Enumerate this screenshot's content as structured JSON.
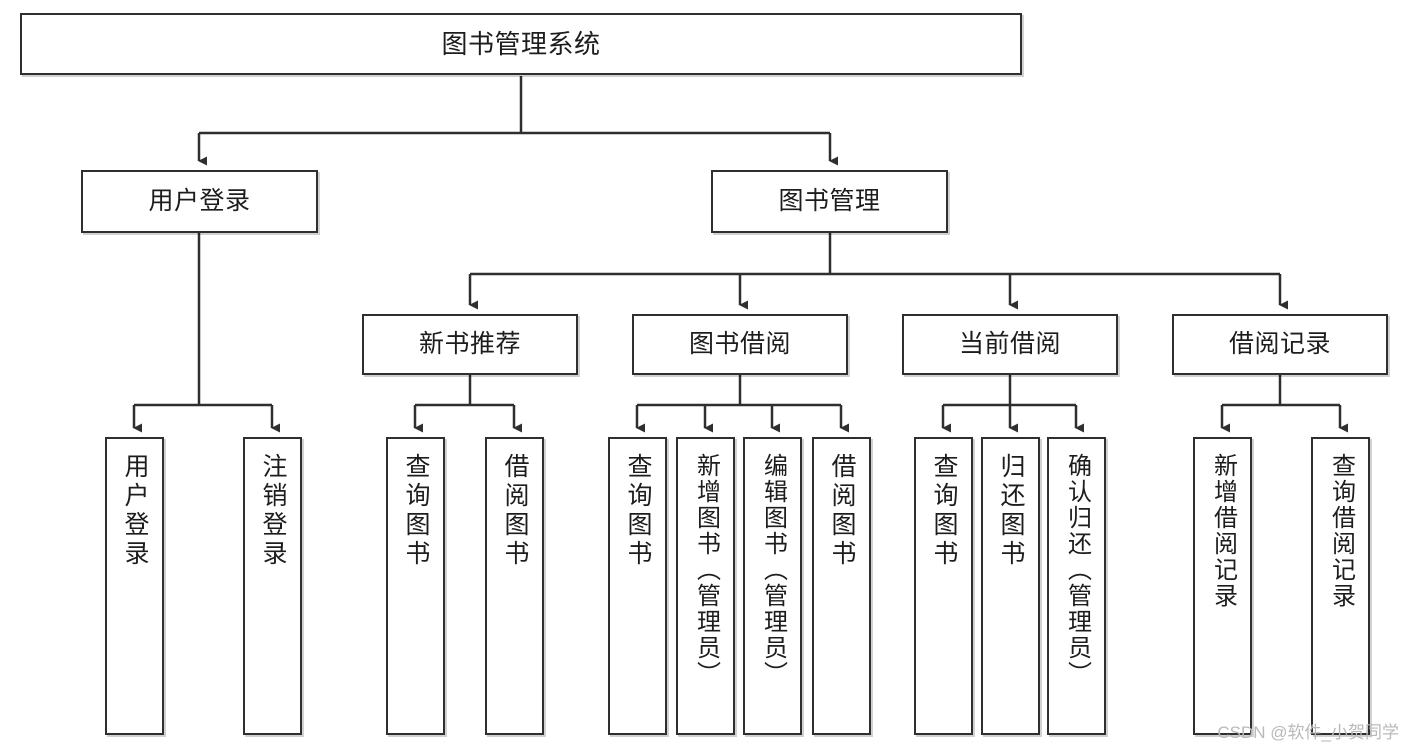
{
  "diagram": {
    "type": "tree",
    "title": "图书管理系统",
    "orientation": "top-down",
    "line_color": "#2f2f2f",
    "box_fill": "#ffffff",
    "text_color": "#1d1d1d",
    "nodes": {
      "root": {
        "label": "图书管理系统"
      },
      "level1": [
        {
          "label": "用户登录"
        },
        {
          "label": "图书管理"
        }
      ],
      "level2": [
        {
          "label": "新书推荐"
        },
        {
          "label": "图书借阅"
        },
        {
          "label": "当前借阅"
        },
        {
          "label": "借阅记录"
        }
      ],
      "leaves_user_login": [
        {
          "label": "用户登录"
        },
        {
          "label": "注销登录"
        }
      ],
      "leaves_new_book": [
        {
          "label": "查询图书"
        },
        {
          "label": "借阅图书"
        }
      ],
      "leaves_borrow": [
        {
          "label": "查询图书"
        },
        {
          "label": "新增图书（管理员）"
        },
        {
          "label": "编辑图书（管理员）"
        },
        {
          "label": "借阅图书"
        }
      ],
      "leaves_current": [
        {
          "label": "查询图书"
        },
        {
          "label": "归还图书"
        },
        {
          "label": "确认归还（管理员）"
        }
      ],
      "leaves_record": [
        {
          "label": "新增借阅记录"
        },
        {
          "label": "查询借阅记录"
        }
      ]
    }
  },
  "watermark": {
    "text": "CSDN @软件_小贺同学",
    "color": "#b9b9b9"
  }
}
